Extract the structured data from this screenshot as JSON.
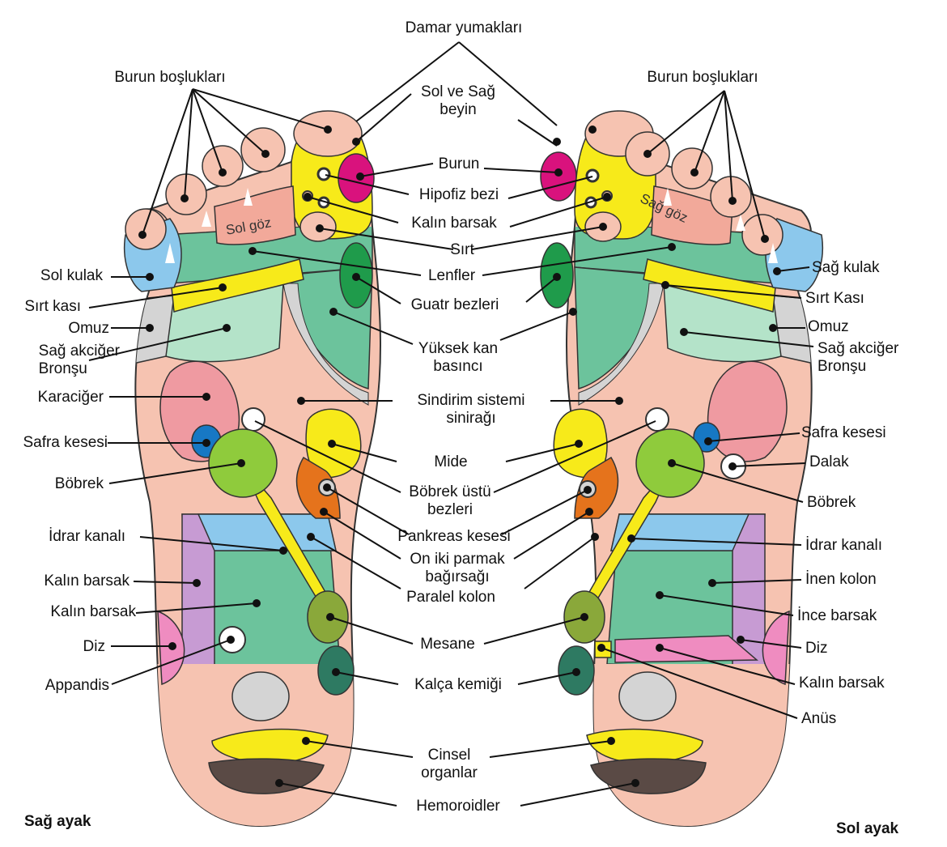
{
  "colors": {
    "skin": "#f6c3b1",
    "skin_dark": "#f2a99a",
    "yellow": "#f7ea1a",
    "magenta": "#d9127d",
    "light_blue": "#8cc8ec",
    "green_light": "#b4e3c9",
    "green_mid": "#6cc39c",
    "green_dark": "#1f9b4b",
    "gray": "#d4d4d4",
    "liver": "#ef9aa1",
    "kidney": "#8fcb3c",
    "gall": "#1778c4",
    "purple": "#c79bd3",
    "pink": "#ef8cc0",
    "orange": "#e5731c",
    "olive": "#8aa83a",
    "teal": "#2e7a62",
    "brown": "#5a4a45",
    "stroke": "#333333",
    "line": "#111111"
  },
  "feet": {
    "right_foot_title": "Sağ ayak",
    "left_foot_title": "Sol ayak",
    "right_eye_label": "Sol göz",
    "left_eye_label": "Sağ göz"
  },
  "labels": {
    "center": {
      "damar": "Damar yumakları",
      "beyin": "Sol ve Sağ\nbeyin",
      "burun": "Burun",
      "hipofiz": "Hipofiz bezi",
      "kalin_barsak": "Kalın barsak",
      "sirt": "Sırt",
      "lenfler": "Lenfler",
      "guatr": "Guatr bezleri",
      "yuksek": "Yüksek kan\nbasıncı",
      "sindirim": "Sindirim sistemi\nsinirağı",
      "mide": "Mide",
      "bobrek_ustu": "Böbrek üstü\nbezleri",
      "pankreas": "Pankreas kesesi",
      "on_iki": "On iki parmak\nbağırsağı",
      "paralel": "Paralel kolon",
      "mesane": "Mesane",
      "kalca": "Kalça kemiği",
      "cinsel": "Cinsel\norganlar",
      "hemoroid": "Hemoroidler"
    },
    "left_side": {
      "burun_bosluk": "Burun boşlukları",
      "sol_kulak": "Sol kulak",
      "sirt_kasi": "Sırt kası",
      "omuz": "Omuz",
      "akciger": "Sağ akciğer\nBronşu",
      "karaciger": "Karaciğer",
      "safra": "Safra kesesi",
      "bobrek": "Böbrek",
      "idrar": "İdrar kanalı",
      "kalin1": "Kalın barsak",
      "kalin2": "Kalın barsak",
      "diz": "Diz",
      "appandis": "Appandis"
    },
    "right_side": {
      "burun_bosluk": "Burun boşlukları",
      "sag_kulak": "Sağ kulak",
      "sirt_kasi": "Sırt Kası",
      "omuz": "Omuz",
      "akciger": "Sağ akciğer\nBronşu",
      "safra": "Safra kesesi",
      "dalak": "Dalak",
      "bobrek": "Böbrek",
      "idrar": "İdrar kanalı",
      "inen": "İnen kolon",
      "ince": "İnce barsak",
      "diz": "Diz",
      "kalin": "Kalın barsak",
      "anus": "Anüs"
    }
  }
}
